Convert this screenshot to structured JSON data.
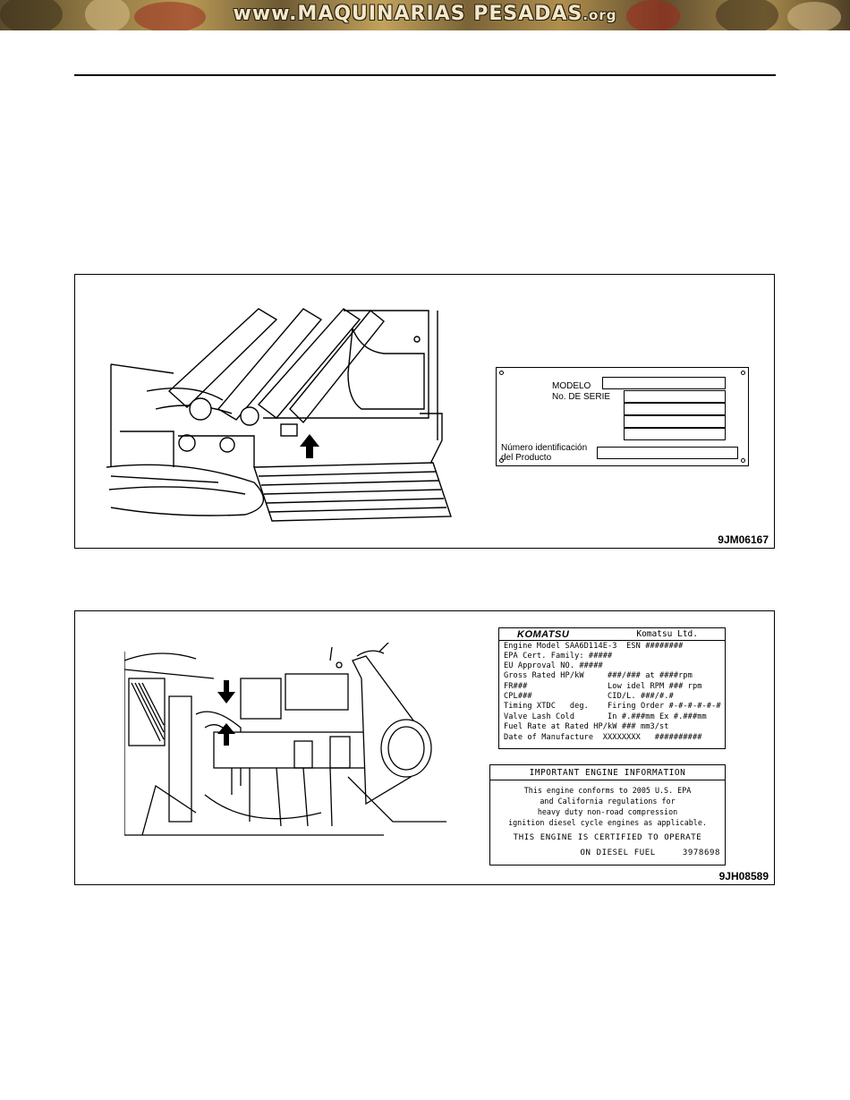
{
  "header": {
    "banner_text": "www.MAQUINARIAS PESADAS",
    "banner_suffix": ".org"
  },
  "figure1": {
    "code": "9JM06167",
    "plate": {
      "modelo": "MODELO",
      "serie": "No. DE SERIE",
      "producto_line1": "Número identificación",
      "producto_line2": "del Producto"
    }
  },
  "figure2": {
    "code": "9JH08589",
    "engine_plate": {
      "brand": "KOMATSU",
      "company": "Komatsu Ltd.",
      "lines": [
        "Engine Model SAA6D114E-3  ESN ########",
        "EPA Cert. Family: #####",
        "EU Approval NO. #####",
        "Gross Rated HP/kW     ###/### at ####rpm",
        "FR###                 Low idel RPM ### rpm",
        "CPL###                CID/L. ###/#.#",
        "Timing XTDC   deg.    Firing Order #-#-#-#-#-#",
        "Valve Lash Cold       In #.###mm Ex #.###mm",
        "Fuel Rate at Rated HP/kW ### mm3/st",
        "Date of Manufacture  XXXXXXXX   ##########"
      ]
    },
    "info_plate": {
      "title": "IMPORTANT ENGINE INFORMATION",
      "lines": [
        "This engine conforms to 2005 U.S. EPA",
        "and California regulations for",
        "heavy duty non-road compression",
        "ignition diesel cycle engines as applicable.",
        "THIS ENGINE IS CERTIFIED TO OPERATE"
      ],
      "last_line": "ON DIESEL FUEL     3978698"
    }
  }
}
